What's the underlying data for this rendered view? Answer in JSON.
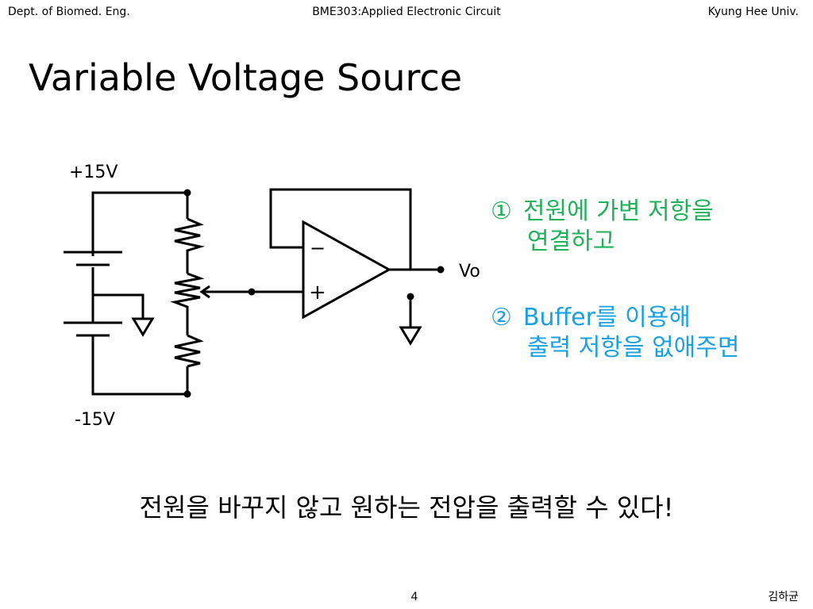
{
  "header": {
    "left": "Dept. of Biomed. Eng.",
    "center": "BME303:Applied Electronic Circuit",
    "right": "Kyung Hee Univ."
  },
  "title": "Variable Voltage Source",
  "circuit": {
    "supply_pos_label": "+15V",
    "supply_neg_label": "-15V",
    "opamp_minus": "−",
    "opamp_plus": "+",
    "output_label": "Vo"
  },
  "notes": {
    "step1_number": "①",
    "step1_line1": "전원에 가변 저항을",
    "step1_line2": "연결하고",
    "step2_number": "②",
    "step2_line1": "Buffer를 이용해",
    "step2_line2": "출력 저항을 없애주면"
  },
  "conclusion": "전원을 바꾸지 않고 원하는 전압을 출력할 수 있다!",
  "footer": {
    "page_number": "4",
    "author": "김하균"
  },
  "colors": {
    "step1": "#1fb25a",
    "step2": "#1aa1e0",
    "wire": "#000000"
  }
}
